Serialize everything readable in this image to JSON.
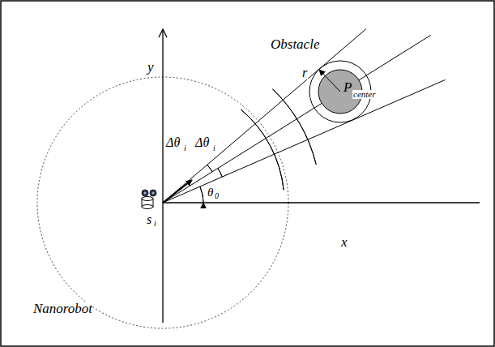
{
  "diagram": {
    "labels": [
      "Obstacle",
      "r",
      "P",
      "center",
      "y",
      "Δθ",
      "i",
      "Δθ",
      "i",
      "θ",
      "0",
      "s",
      "i",
      "Nanorobot",
      "x"
    ]
  }
}
